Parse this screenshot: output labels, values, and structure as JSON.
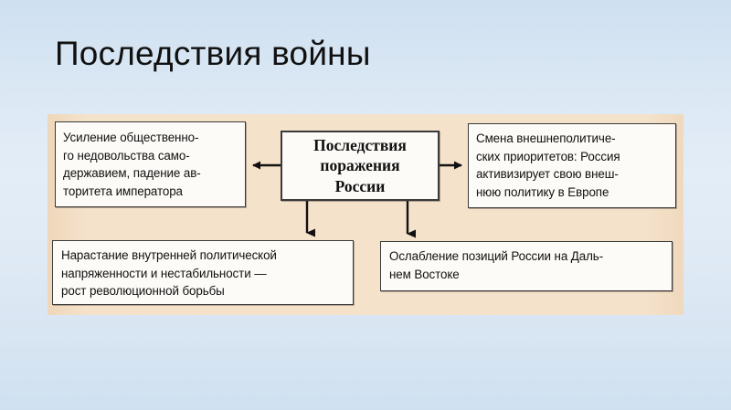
{
  "slide": {
    "title": "Последствия войны",
    "background_top_color": "#cfe0f1",
    "background_bottom_color": "#cfe1f1",
    "panel_color": "#f5e2cb",
    "node_fill_color": "#fdfbf7",
    "node_border_color": "#3a3a3a",
    "text_color": "#111111"
  },
  "diagram": {
    "type": "flowchart",
    "center": {
      "label": "Последствия поражения России",
      "lines": [
        "Последствия",
        "поражения",
        "России"
      ]
    },
    "nodes": [
      {
        "id": "left",
        "position": "left",
        "label": "Усиление общественного недовольства самодержавием, падение авторитета императора",
        "lines": [
          "Усиление общественно-",
          "го недовольства само-",
          "державием, падение ав-",
          "торитета императора"
        ]
      },
      {
        "id": "right",
        "position": "right",
        "label": "Смена внешнеполитических приоритетов: Россия активизирует свою внешнюю политику в Европе",
        "lines": [
          "Смена внешнеполитиче-",
          "ских приоритетов: Россия",
          "активизирует свою внеш-",
          "нюю политику в Европе"
        ]
      },
      {
        "id": "bottom-left",
        "position": "bottom-left",
        "label": "Нарастание внутренней политической напряженности и нестабильности — рост революционной борьбы",
        "lines": [
          "Нарастание внутренней политической",
          "напряженности и нестабильности —",
          "рост революционной борьбы"
        ]
      },
      {
        "id": "bottom-right",
        "position": "bottom-right",
        "label": "Ослабление позиций России на Дальнем Востоке",
        "lines": [
          "Ослабление позиций России на Даль-",
          "нем Востоке"
        ]
      }
    ],
    "arrows": [
      {
        "id": "arrow-center-to-left",
        "from": "center",
        "to": "left",
        "direction": "left"
      },
      {
        "id": "arrow-center-to-right",
        "from": "center",
        "to": "right",
        "direction": "right"
      },
      {
        "id": "arrow-center-to-bottom-left",
        "from": "center",
        "to": "bottom-left",
        "direction": "down"
      },
      {
        "id": "arrow-center-to-bottom-right",
        "from": "center",
        "to": "bottom-right",
        "direction": "down"
      }
    ]
  }
}
